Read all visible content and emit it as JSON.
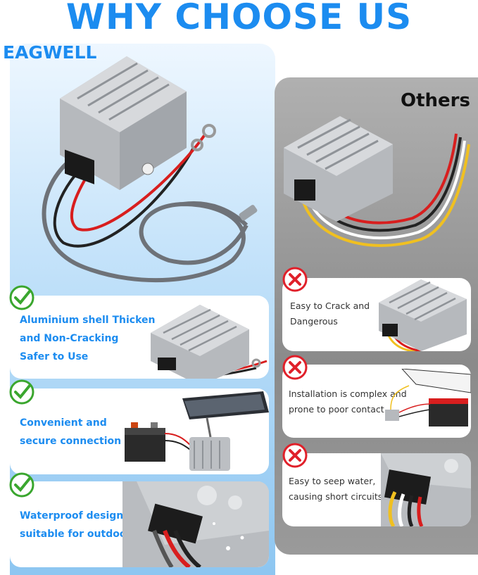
{
  "headline": "WHY CHOOSE US",
  "brand": "EAGWELL",
  "others_label": "Others",
  "left_features": [
    {
      "lines": [
        "Aluminium shell Thicken",
        "and Non-Cracking",
        "Safer to Use"
      ]
    },
    {
      "lines": [
        "Convenient and",
        "secure connection"
      ]
    },
    {
      "lines": [
        "Waterproof design,",
        "suitable for outdoor use"
      ]
    }
  ],
  "right_issues": [
    {
      "lines": [
        "Easy to Crack and",
        "Dangerous"
      ]
    },
    {
      "lines": [
        "Installation is complex and",
        "prone to poor contact"
      ]
    },
    {
      "lines": [
        "Easy to seep water,",
        "causing short circuits"
      ]
    }
  ],
  "colors": {
    "accent_blue": "#1c8cf0",
    "check_green": "#3aa62e",
    "cross_red": "#e0202a"
  }
}
